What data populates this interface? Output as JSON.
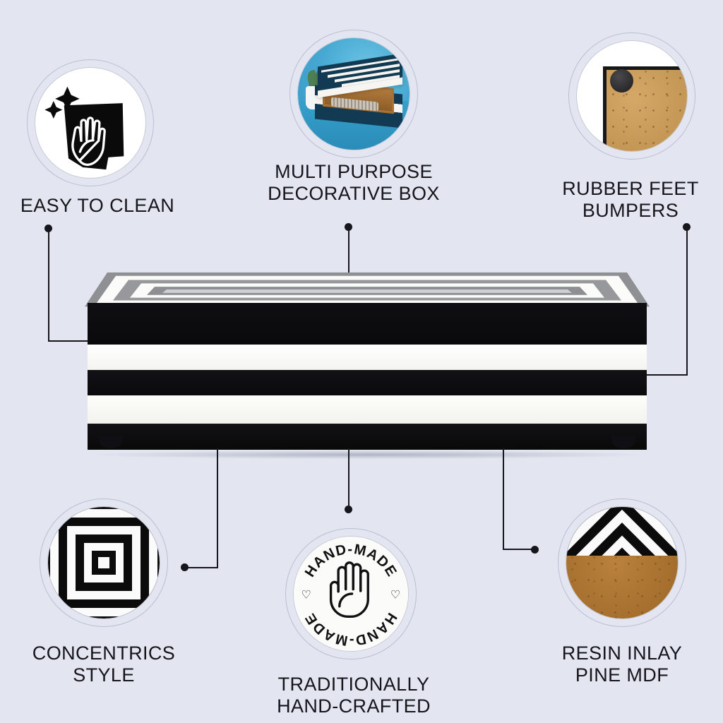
{
  "page": {
    "background_color": "#e3e6f0",
    "text_color": "#15151c",
    "line_color": "#16161d",
    "type": "product-feature-infographic"
  },
  "features": [
    {
      "id": "easy-to-clean",
      "label": "EASY TO CLEAN",
      "icon": "cleaning-cloth-hand-sparkle-icon",
      "position": "top-left"
    },
    {
      "id": "multi-purpose-decorative-box",
      "label": "MULTI PURPOSE\nDECORATIVE BOX",
      "icon": "product-photo-open-box-icon",
      "position": "top-center",
      "photo_accent_color": "#47a9d2"
    },
    {
      "id": "rubber-feet-bumpers",
      "label": "RUBBER FEET\nBUMPERS",
      "icon": "rubber-bumper-corner-photo-icon",
      "position": "top-right",
      "bumper_color": "#2a2a2c",
      "mdf_color": "#c79a58"
    },
    {
      "id": "concentrics-style",
      "label": "CONCENTRICS\nSTYLE",
      "icon": "concentric-squares-pattern-icon",
      "position": "bottom-left"
    },
    {
      "id": "traditionally-hand-crafted",
      "label": "TRADITIONALLY\nHAND-CRAFTED",
      "icon": "hand-made-stamp-badge-icon",
      "badge_text_top": "HAND-MADE",
      "badge_text_bottom": "HAND-MADE",
      "badge_heart_left": "♡",
      "badge_heart_right": "♡",
      "position": "bottom-center"
    },
    {
      "id": "resin-inlay-pine-mdf",
      "label": "RESIN INLAY\nPINE MDF",
      "icon": "resin-inlay-mdf-edge-photo-icon",
      "position": "bottom-right",
      "mdf_color": "#a8712f"
    }
  ],
  "product": {
    "name": "striped-decorative-box",
    "lid_pattern": "concentric-rectangles",
    "band_colors": [
      "#0b0b0d",
      "#fdfdfb",
      "#0b0b0d",
      "#fdfdfb",
      "#0b0b0d"
    ],
    "feet": 2
  }
}
